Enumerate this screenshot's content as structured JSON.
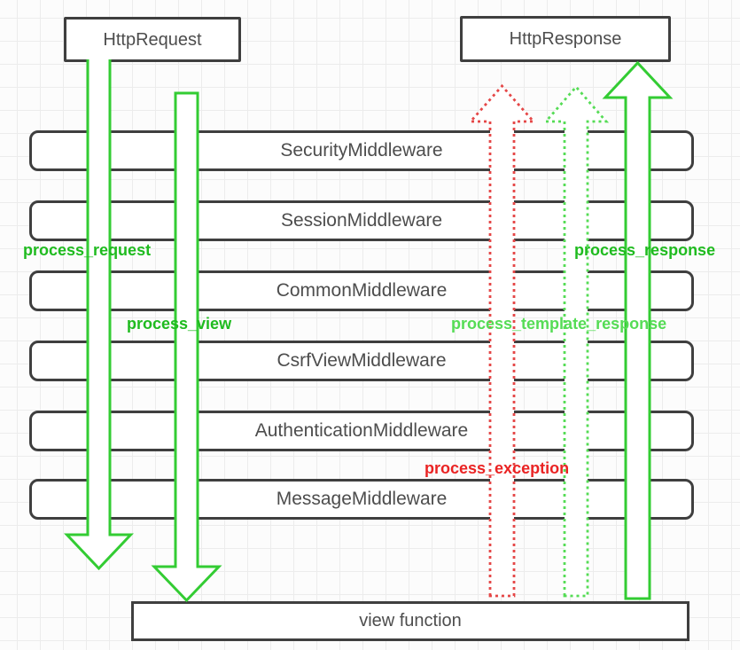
{
  "diagram": {
    "top_boxes": {
      "request": "HttpRequest",
      "response": "HttpResponse"
    },
    "middlewares": [
      "SecurityMiddleware",
      "SessionMiddleware",
      "CommonMiddleware",
      "CsrfViewMiddleware",
      "AuthenticationMiddleware",
      "MessageMiddleware"
    ],
    "bottom_box": "view function",
    "labels": {
      "process_request": "process_request",
      "process_view": "process_view",
      "process_response": "process_response",
      "process_template_response": "process_template_response",
      "process_exception": "process_exception"
    },
    "arrows": [
      {
        "name": "process-request-arrow",
        "direction": "down",
        "style": "solid",
        "color_key": "arrow_green"
      },
      {
        "name": "process-view-arrow",
        "direction": "down",
        "style": "solid",
        "color_key": "arrow_green"
      },
      {
        "name": "process-exception-arrow",
        "direction": "up",
        "style": "dotted",
        "color_key": "arrow_red"
      },
      {
        "name": "process-template-response-arrow",
        "direction": "up",
        "style": "dotted",
        "color_key": "light_green"
      },
      {
        "name": "process-response-arrow",
        "direction": "up",
        "style": "solid",
        "color_key": "arrow_green"
      }
    ],
    "colors": {
      "arrow_green": "#33cc33",
      "label_green": "#1fbb1f",
      "light_green": "#55dc55",
      "arrow_red": "#e54747",
      "label_red": "#ea2323",
      "border_dark": "#3f3f3f",
      "text_gray": "#4d4d4d"
    }
  }
}
